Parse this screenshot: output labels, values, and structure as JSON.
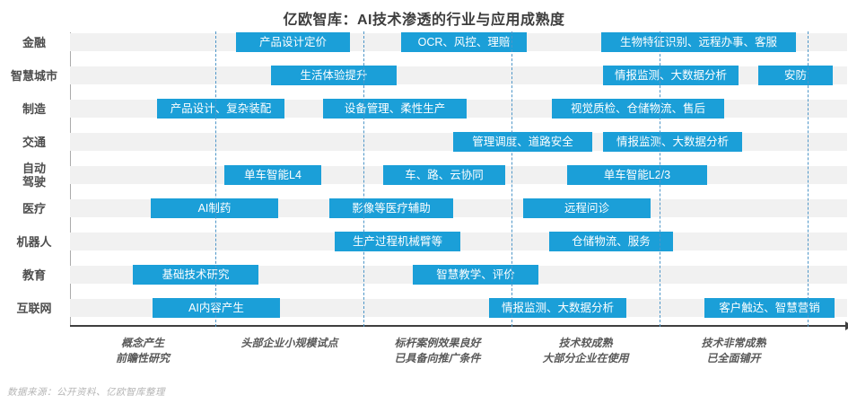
{
  "title": "亿欧智库：AI技术渗透的行业与应用成熟度",
  "footer": "数据来源：公开资料、亿欧智库整理",
  "colors": {
    "box": "#1b9fd8",
    "box_text": "#ffffff",
    "row_band": "#f1f1f1",
    "dashed_line": "#4e96c8",
    "x_axis": "#3f3f3f",
    "y_axis": "#ababab",
    "title_text": "#3d3d3d",
    "industry_text": "#4d4d4d",
    "stage_text": "#595959",
    "footer_text": "#b5b5b5"
  },
  "chart_data": {
    "type": "gantt",
    "title": "亿欧智库：AI技术渗透的行业与应用成熟度",
    "legend": "none",
    "grid": "vertical-dashed-stage-separators",
    "x_axis_arrow": true,
    "stage_boundaries_pct": [
      18.71,
      37.76,
      56.81,
      75.87,
      94.92
    ],
    "stages": [
      {
        "label": "概念产生\n前瞻性研究"
      },
      {
        "label": "头部企业小规模试点"
      },
      {
        "label": "标杆案例效果良好\n已具备向推广条件"
      },
      {
        "label": "技术较成熟\n大部分企业在使用"
      },
      {
        "label": "技术非常成熟\n已全面铺开"
      }
    ],
    "rows": [
      {
        "industry": "金融",
        "items": [
          {
            "label": "产品设计定价",
            "left_pct": 21.36,
            "width_pct": 14.67
          },
          {
            "label": "OCR、风控、理赔",
            "left_pct": 42.61,
            "width_pct": 16.17
          },
          {
            "label": "生物特征识别、远程办事、客服",
            "left_pct": 68.36,
            "width_pct": 25.06
          }
        ]
      },
      {
        "industry": "智慧城市",
        "items": [
          {
            "label": "生活体验提升",
            "left_pct": 25.87,
            "width_pct": 16.17
          },
          {
            "label": "情报监测、大数据分析",
            "left_pct": 68.59,
            "width_pct": 17.44
          },
          {
            "label": "安防",
            "left_pct": 88.57,
            "width_pct": 9.58
          }
        ]
      },
      {
        "industry": "制造",
        "items": [
          {
            "label": "产品设计、复杂装配",
            "left_pct": 11.2,
            "width_pct": 16.4
          },
          {
            "label": "设备管理、柔性生产",
            "left_pct": 32.56,
            "width_pct": 18.48
          },
          {
            "label": "视觉质检、仓储物流、售后",
            "left_pct": 62.01,
            "width_pct": 22.17
          }
        ]
      },
      {
        "industry": "交通",
        "items": [
          {
            "label": "管理调度、道路安全",
            "left_pct": 49.31,
            "width_pct": 17.9
          },
          {
            "label": "情报监测、大数据分析",
            "left_pct": 68.59,
            "width_pct": 17.9
          }
        ]
      },
      {
        "industry": "自动\n驾驶",
        "items": [
          {
            "label": "单车智能L4",
            "left_pct": 19.86,
            "width_pct": 12.47
          },
          {
            "label": "车、路、云协同",
            "left_pct": 40.3,
            "width_pct": 15.7
          },
          {
            "label": "单车智能L2/3",
            "left_pct": 63.97,
            "width_pct": 18.01
          }
        ]
      },
      {
        "industry": "医疗",
        "items": [
          {
            "label": "AI制药",
            "left_pct": 10.39,
            "width_pct": 16.4
          },
          {
            "label": "影像等医疗辅助",
            "left_pct": 33.37,
            "width_pct": 15.94
          },
          {
            "label": "远程问诊",
            "left_pct": 58.31,
            "width_pct": 16.4
          }
        ]
      },
      {
        "industry": "机器人",
        "items": [
          {
            "label": "生产过程机械臂等",
            "left_pct": 34.06,
            "width_pct": 16.17
          },
          {
            "label": "仓储物流、服务",
            "left_pct": 61.66,
            "width_pct": 15.94
          }
        ]
      },
      {
        "industry": "教育",
        "items": [
          {
            "label": "基础技术研究",
            "left_pct": 8.08,
            "width_pct": 16.17
          },
          {
            "label": "智慧教学、评价",
            "left_pct": 44.11,
            "width_pct": 16.17
          }
        ]
      },
      {
        "industry": "互联网",
        "items": [
          {
            "label": "AI内容产生",
            "left_pct": 10.62,
            "width_pct": 16.4
          },
          {
            "label": "情报监测、大数据分析",
            "left_pct": 53.93,
            "width_pct": 17.67
          },
          {
            "label": "客户触达、智慧营销",
            "left_pct": 81.64,
            "width_pct": 16.74
          }
        ]
      }
    ]
  }
}
